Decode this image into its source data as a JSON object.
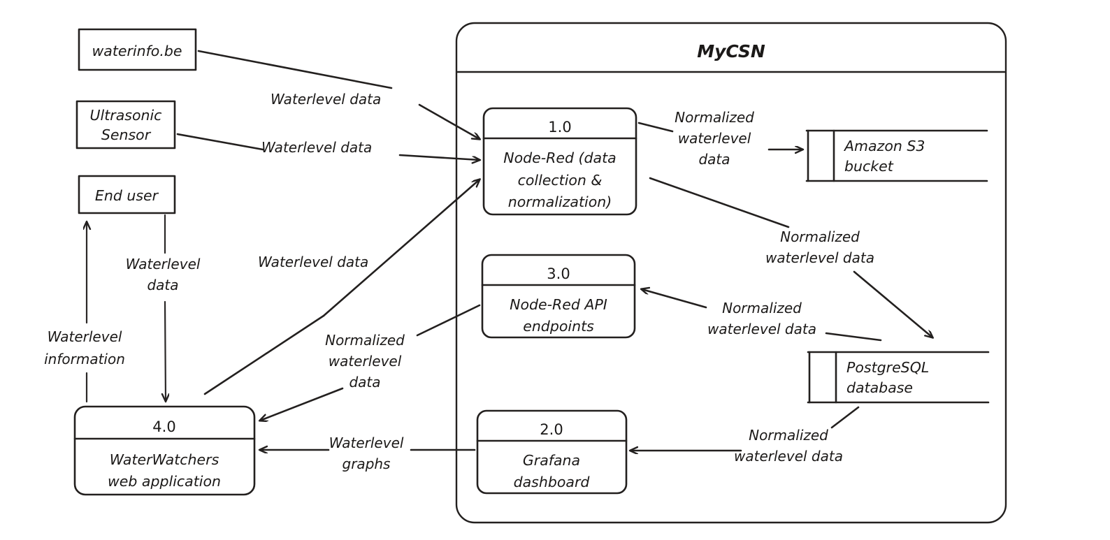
{
  "diagram": {
    "type": "data-flow-diagram",
    "title": "MyCSN",
    "external_entities": [
      {
        "id": "waterinfo",
        "label": "waterinfo.be"
      },
      {
        "id": "ultrasonic",
        "label_line1": "Ultrasonic",
        "label_line2": "Sensor"
      },
      {
        "id": "enduser",
        "label": "End user"
      }
    ],
    "processes": [
      {
        "id": "p1",
        "number": "1.0",
        "name_lines": [
          "Node-Red (data",
          "collection &",
          "normalization)"
        ]
      },
      {
        "id": "p3",
        "number": "3.0",
        "name_lines": [
          "Node-Red API",
          "endpoints"
        ]
      },
      {
        "id": "p2",
        "number": "2.0",
        "name_lines": [
          "Grafana",
          "dashboard"
        ]
      },
      {
        "id": "p4",
        "number": "4.0",
        "name_lines": [
          "WaterWatchers",
          "web application"
        ]
      }
    ],
    "data_stores": [
      {
        "id": "s3",
        "name_lines": [
          "Amazon S3",
          "bucket"
        ]
      },
      {
        "id": "pg",
        "name_lines": [
          "PostgreSQL",
          "database"
        ]
      }
    ],
    "flows": [
      {
        "id": "f1",
        "from": "waterinfo",
        "to": "p1",
        "label_lines": [
          "Waterlevel data"
        ]
      },
      {
        "id": "f2",
        "from": "ultrasonic",
        "to": "p1",
        "label_lines": [
          "Waterlevel data"
        ]
      },
      {
        "id": "f3",
        "from": "p4",
        "to": "p1",
        "label_lines": [
          "Waterlevel data"
        ]
      },
      {
        "id": "f4",
        "from": "p1",
        "to": "s3",
        "label_lines": [
          "Normalized",
          "waterlevel",
          "data"
        ]
      },
      {
        "id": "f5",
        "from": "p1",
        "to": "pg",
        "label_lines": [
          "Normalized",
          "waterlevel data"
        ]
      },
      {
        "id": "f6",
        "from": "pg",
        "to": "p3",
        "label_lines": [
          "Normalized",
          "waterlevel data"
        ]
      },
      {
        "id": "f7",
        "from": "p3",
        "to": "p4",
        "label_lines": [
          "Normalized",
          "waterlevel",
          "data"
        ]
      },
      {
        "id": "f8",
        "from": "pg",
        "to": "p2",
        "label_lines": [
          "Normalized",
          "waterlevel data"
        ]
      },
      {
        "id": "f9",
        "from": "p2",
        "to": "p4",
        "label_lines": [
          "Waterlevel",
          "graphs"
        ]
      },
      {
        "id": "f10",
        "from": "enduser",
        "to": "p4",
        "label_lines": [
          "Waterlevel",
          "data"
        ]
      },
      {
        "id": "f11",
        "from": "p4",
        "to": "enduser",
        "label_lines": [
          "Waterlevel",
          "information"
        ]
      }
    ],
    "colors": {
      "stroke": "#23201f",
      "background": "#ffffff",
      "text": "#1b1918"
    }
  }
}
